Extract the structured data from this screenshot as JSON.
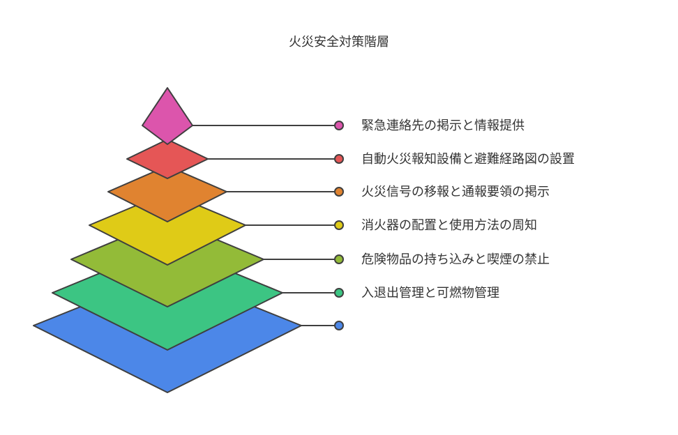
{
  "title": "火災安全対策階層",
  "layers": [
    {
      "label": "緊急連絡先の掲示と情報提供",
      "color": "#dc55ac"
    },
    {
      "label": "自動火災報知設備と避難経路図の設置",
      "color": "#e55656"
    },
    {
      "label": "火災信号の移報と通報要領の掲示",
      "color": "#e08330"
    },
    {
      "label": "消火器の配置と使用方法の周知",
      "color": "#dfcb17"
    },
    {
      "label": "危険物品の持ち込みと喫煙の禁止",
      "color": "#93bb38"
    },
    {
      "label": "入退出管理と可燃物管理",
      "color": "#3cc583"
    },
    {
      "label": "",
      "color": "#4c87e8"
    }
  ]
}
